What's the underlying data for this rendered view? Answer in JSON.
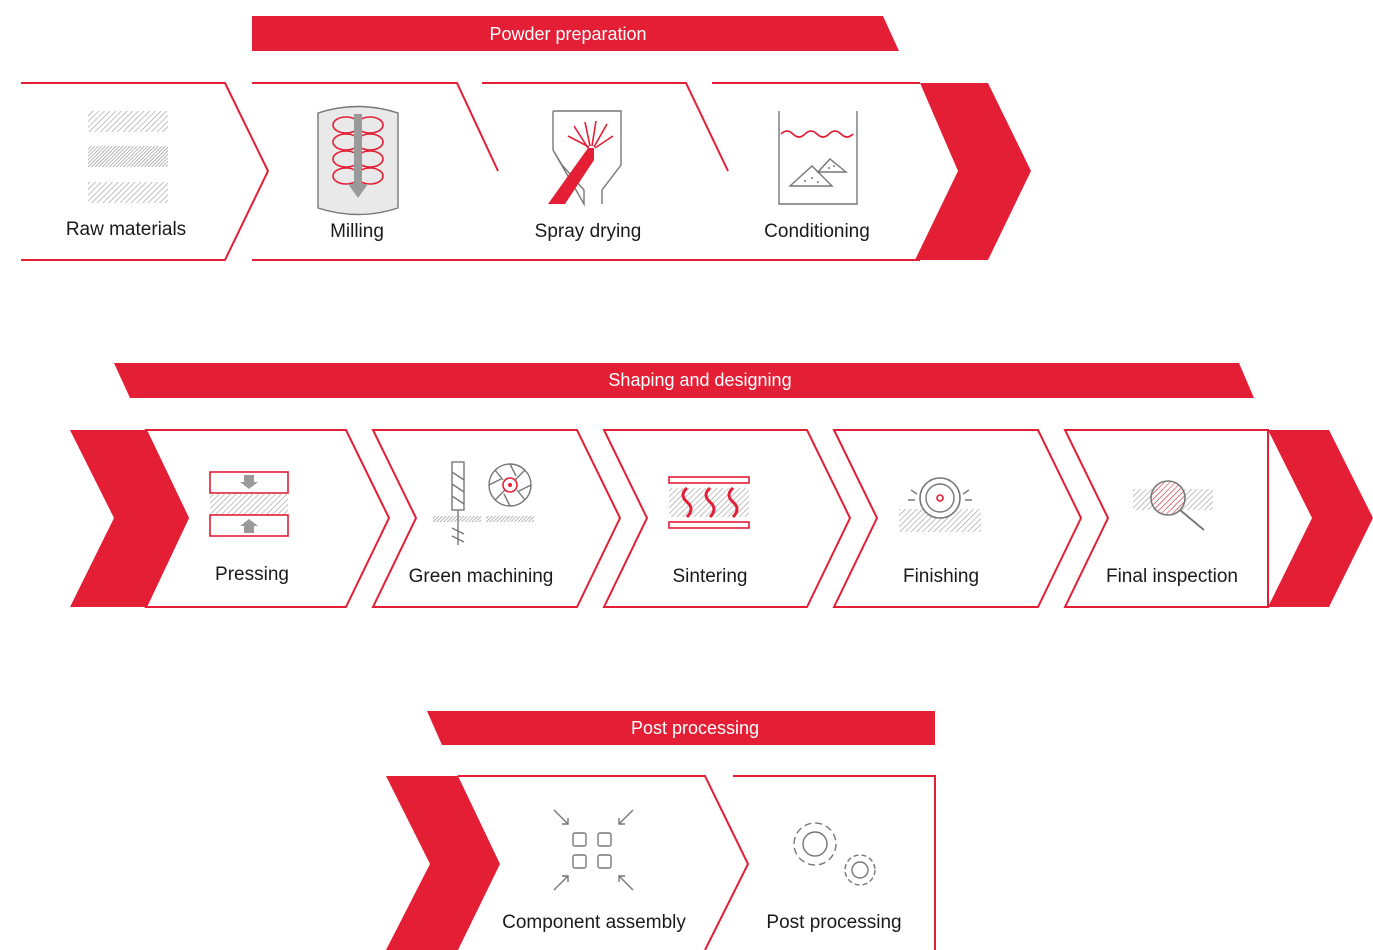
{
  "colors": {
    "accent": "#e31e35",
    "icon_gray": "#777777",
    "text": "#1a1a1a"
  },
  "stages": [
    {
      "title": "Powder preparation",
      "steps": [
        {
          "label": "Raw materials",
          "icon": "raw-materials-icon"
        },
        {
          "label": "Milling",
          "icon": "milling-icon"
        },
        {
          "label": "Spray drying",
          "icon": "spray-drying-icon"
        },
        {
          "label": "Conditioning",
          "icon": "conditioning-icon"
        }
      ]
    },
    {
      "title": "Shaping and designing",
      "steps": [
        {
          "label": "Pressing",
          "icon": "pressing-icon"
        },
        {
          "label": "Green machining",
          "icon": "green-machining-icon"
        },
        {
          "label": "Sintering",
          "icon": "sintering-icon"
        },
        {
          "label": "Finishing",
          "icon": "finishing-icon"
        },
        {
          "label": "Final inspection",
          "icon": "final-inspection-icon"
        }
      ]
    },
    {
      "title": "Post processing",
      "steps": [
        {
          "label": "Component assembly",
          "icon": "component-assembly-icon"
        },
        {
          "label": "Post processing",
          "icon": "post-processing-icon"
        }
      ]
    }
  ]
}
